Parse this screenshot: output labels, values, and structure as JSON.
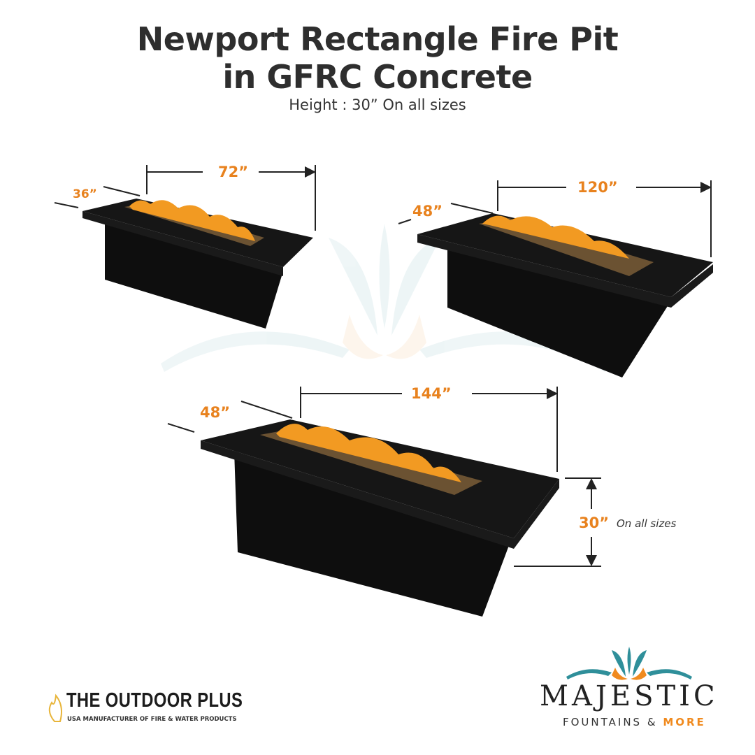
{
  "title_line1": "Newport Rectangle Fire Pit",
  "title_line2": "in GFRC Concrete",
  "subtitle": "Height : 30” On all sizes",
  "watermark": {
    "main": "MAJESTIC",
    "sub": "FOUNTAINS & MORE"
  },
  "pits": [
    {
      "length": "72”",
      "width": "36”"
    },
    {
      "length": "120”",
      "width": "48”"
    },
    {
      "length": "144”",
      "width": "48”"
    }
  ],
  "height": {
    "value": "30”",
    "note": "On all sizes"
  },
  "logos": {
    "outdoor_plus": {
      "name": "THE OUTDOOR PLUS",
      "tagline": "USA MANUFACTURER OF FIRE & WATER PRODUCTS"
    },
    "majestic": {
      "name": "MAJESTIC",
      "sub": "FOUNTAINS &",
      "sub_accent": "MORE"
    }
  },
  "colors": {
    "accent": "#e8821e",
    "teal": "#2f8f9a",
    "pit": "#141414"
  }
}
